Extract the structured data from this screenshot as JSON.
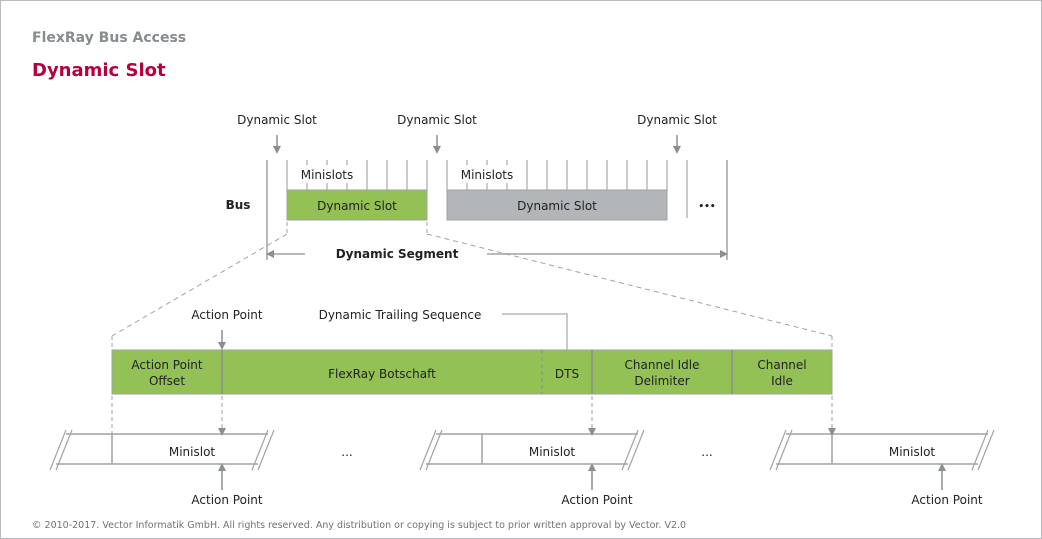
{
  "header": {
    "supertitle": "FlexRay Bus Access",
    "title": "Dynamic Slot"
  },
  "top": {
    "slot_markers": [
      "Dynamic Slot",
      "Dynamic Slot",
      "Dynamic Slot"
    ],
    "minislots_label": "Minislots",
    "bus_label": "Bus",
    "slot_active_label": "Dynamic Slot",
    "slot_inactive_label": "Dynamic Slot",
    "ellipsis": "•••",
    "segment_label": "Dynamic Segment"
  },
  "middle": {
    "action_point_label": "Action Point",
    "dts_callout": "Dynamic Trailing Sequence",
    "segments": {
      "apo_line1": "Action Point",
      "apo_line2": "Offset",
      "message": "FlexRay Botschaft",
      "dts": "DTS",
      "cid_line1": "Channel Idle",
      "cid_line2": "Delimiter",
      "ci_line1": "Channel",
      "ci_line2": "Idle"
    }
  },
  "bottom": {
    "minislot_label": "Minislot",
    "action_point_label": "Action Point",
    "ellipsis": "..."
  },
  "colors": {
    "active_green": "#93c155",
    "inactive_gray": "#b2b6b8",
    "line_gray": "#9ea3a6",
    "title_red": "#b5003b"
  },
  "footer": {
    "copyright": "© 2010-2017. Vector Informatik GmbH. All rights reserved. Any distribution or copying is subject to prior written approval by Vector. V2.0"
  }
}
